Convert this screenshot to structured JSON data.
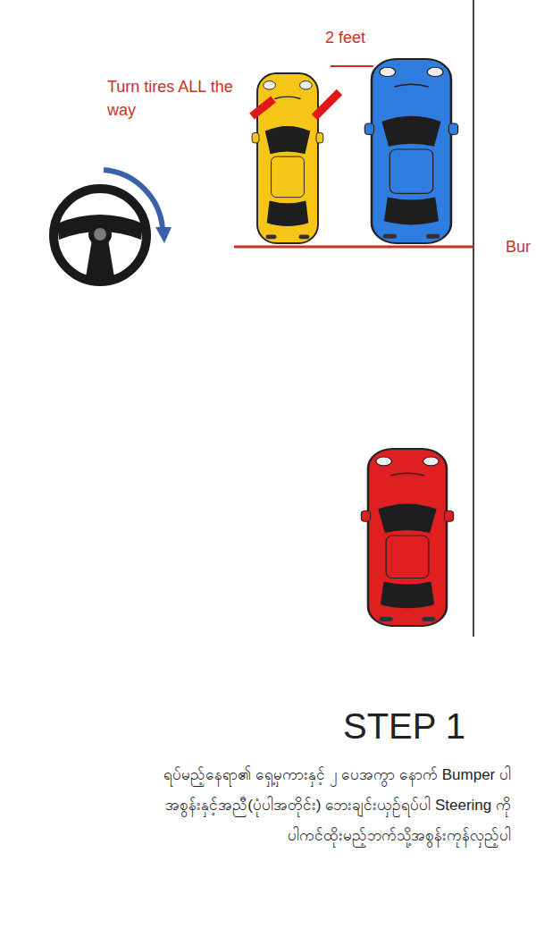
{
  "diagram": {
    "title": "STEP 1",
    "caption": "ရပ်မည့်နေရာ၏ ရှေ့မှကားနှင့် ၂ ပေအကွာ နောက် Bumper ပါအစွန်းနှင့်အညီ(ပုံပါအတိုင်း) ဘေးချင်းယှဉ်ရပ်ပါ Steering ကို ပါကင်ထိုးမည့်ဘက်သို့အစွန်းကုန်လှည့်ပါ",
    "labels": [
      "2 feet",
      "Turn tires ALL the way",
      "Bur"
    ]
  }
}
